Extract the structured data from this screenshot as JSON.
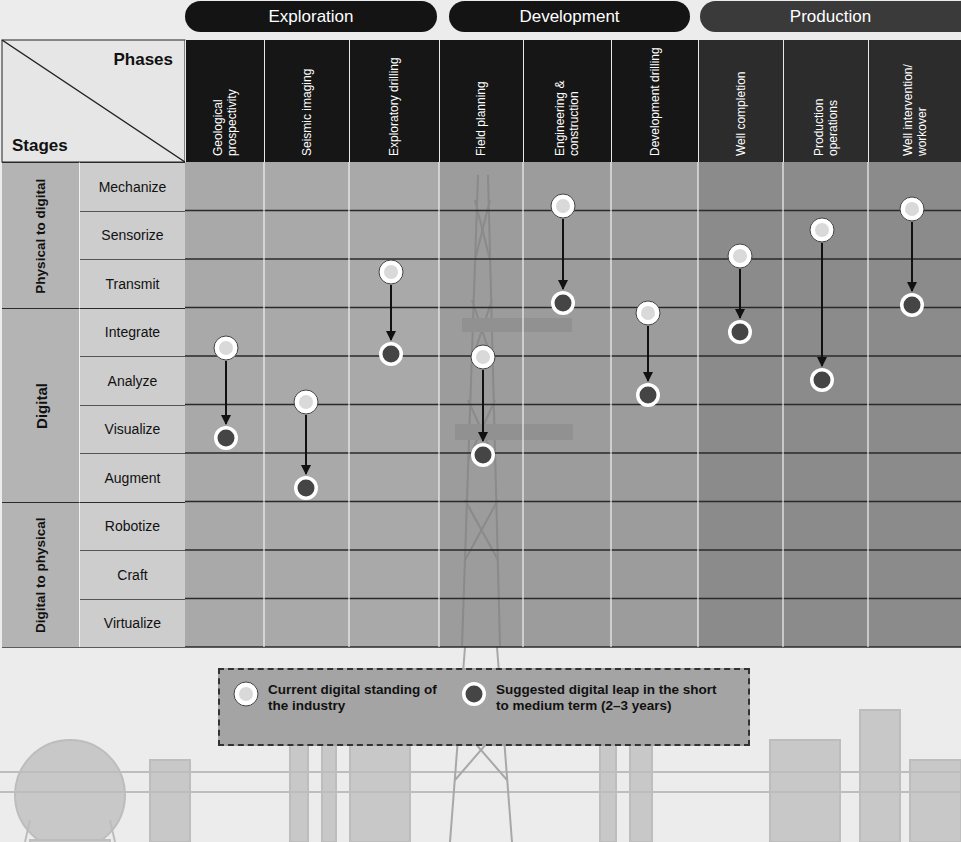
{
  "diagram": {
    "nodes": [
      {
        "text": [
          "Exploration"
        ]
      },
      {
        "text": [
          "Development"
        ]
      },
      {
        "text": [
          "Production"
        ]
      },
      {
        "text": [
          "Phases",
          "Stages"
        ]
      },
      {
        "text": [
          "Geological prospectivity"
        ]
      },
      {
        "text": [
          "Seismic imaging"
        ]
      },
      {
        "text": [
          "Exploratory drilling"
        ]
      },
      {
        "text": [
          "Field planning"
        ]
      },
      {
        "text": [
          "Engineering & construction"
        ]
      },
      {
        "text": [
          "Development drilling"
        ]
      },
      {
        "text": [
          "Well completion"
        ]
      },
      {
        "text": [
          "Production operations"
        ]
      },
      {
        "text": [
          "Well intervention/ workover"
        ]
      },
      {
        "text": [
          "Physical to digital"
        ]
      },
      {
        "text": [
          "Mechanize"
        ]
      },
      {
        "text": [
          "Sensorize"
        ]
      },
      {
        "text": [
          "Transmit"
        ]
      },
      {
        "text": [
          "Digital"
        ]
      },
      {
        "text": [
          "Integrate"
        ]
      },
      {
        "text": [
          "Analyze"
        ]
      },
      {
        "text": [
          "Visualize"
        ]
      },
      {
        "text": [
          "Augment"
        ]
      },
      {
        "text": [
          "Digital to physical"
        ]
      },
      {
        "text": [
          "Robotize"
        ]
      },
      {
        "text": [
          "Craft"
        ]
      },
      {
        "text": [
          "Virtualize"
        ]
      }
    ],
    "legend": [
      {
        "text": "Current digital standing of the industry"
      },
      {
        "text": "Suggested digital leap in the short to medium term (2–3 years)"
      }
    ]
  }
}
